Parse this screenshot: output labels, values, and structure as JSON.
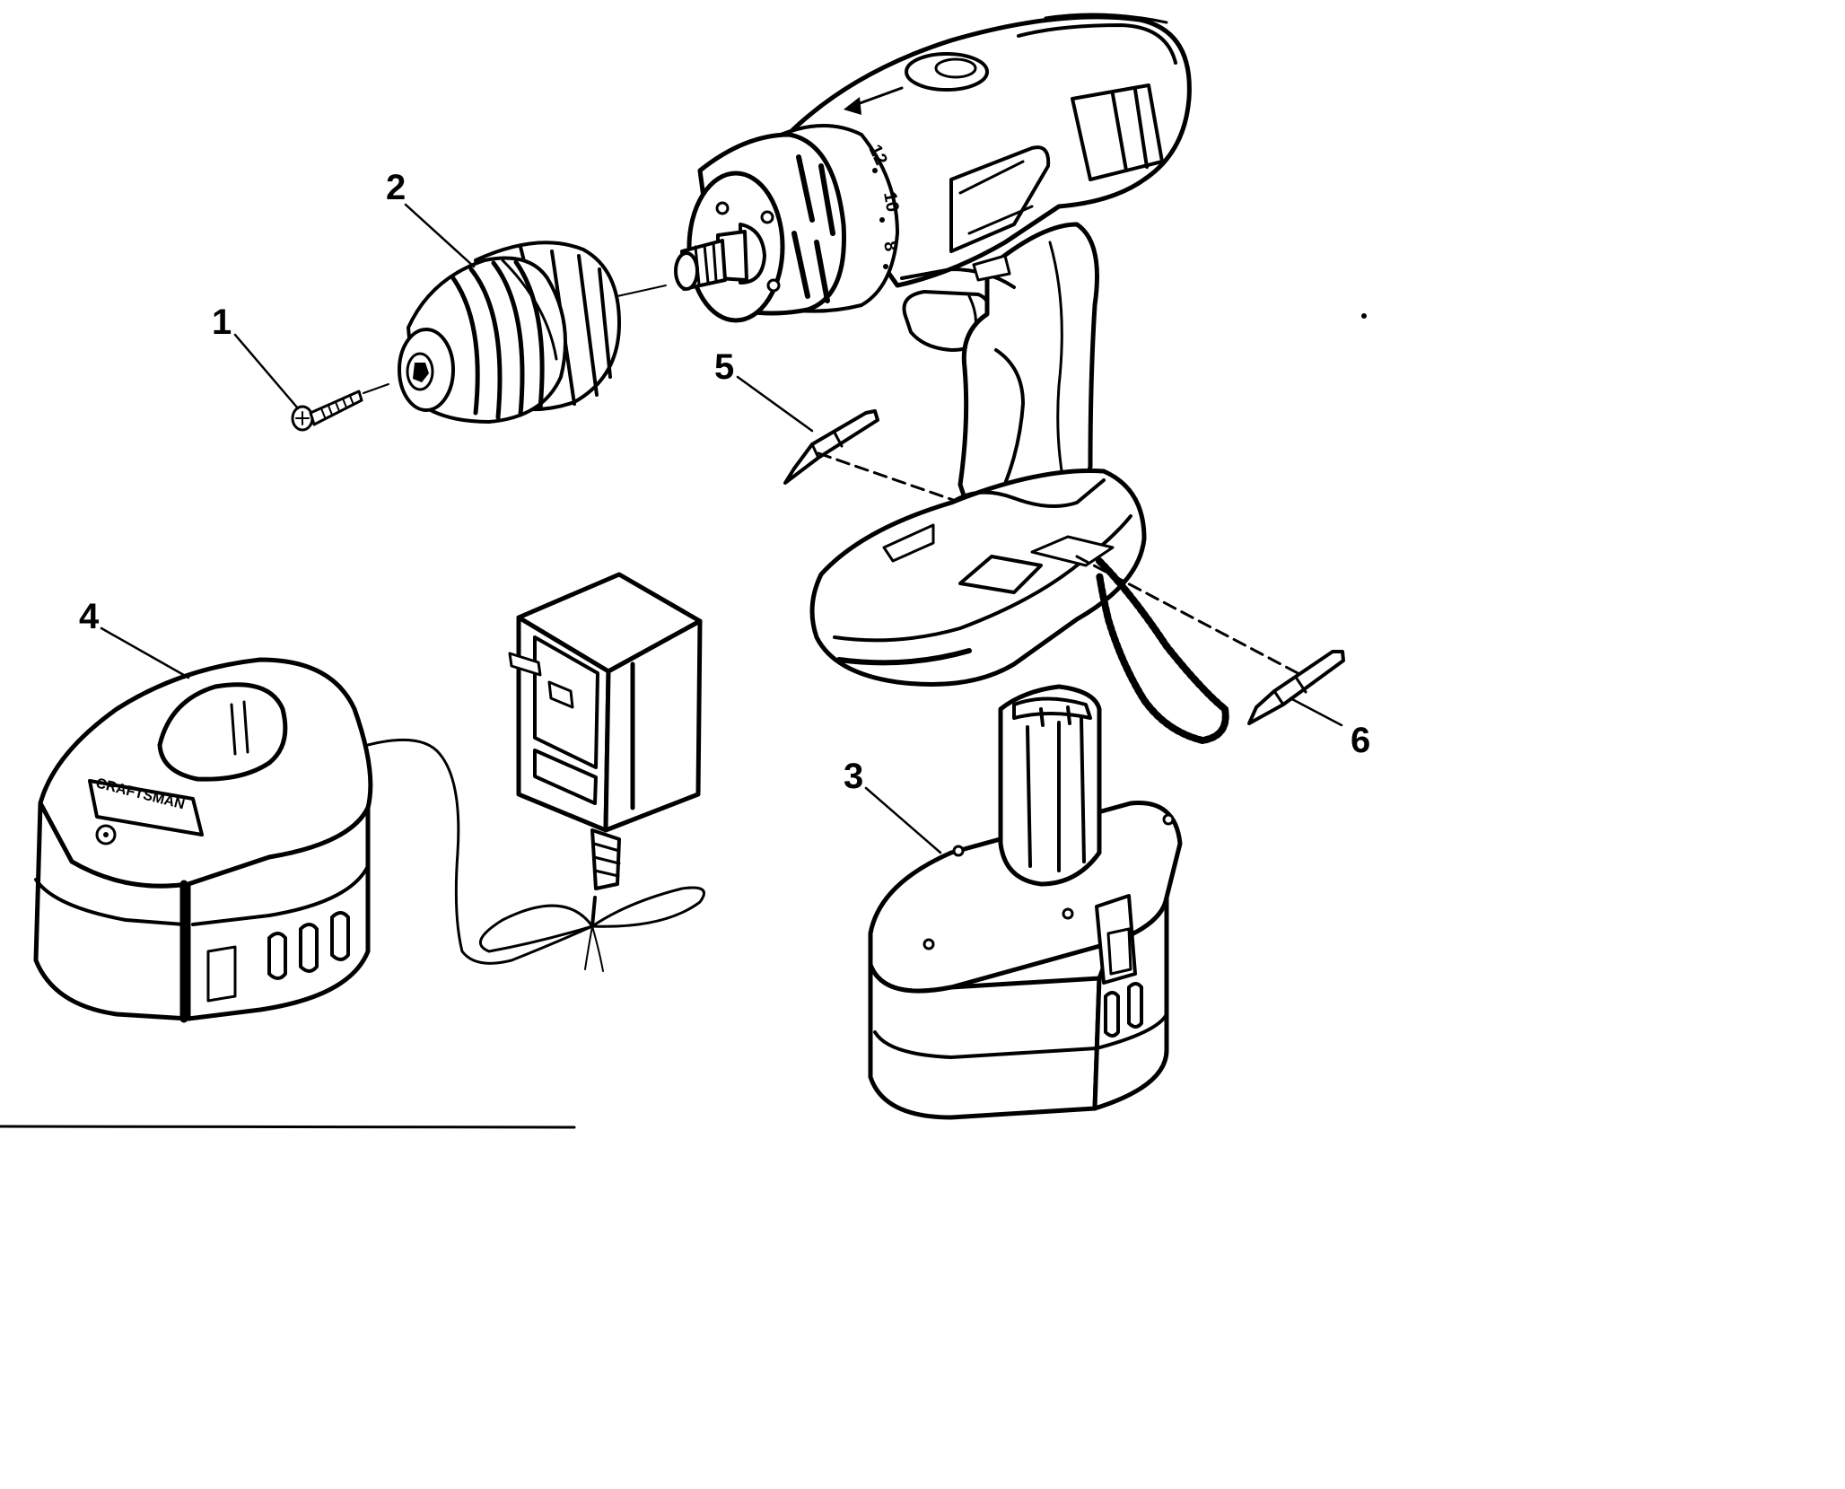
{
  "diagram": {
    "brand_text": "CRAFTSMAN",
    "chuck_scale_marks": [
      "8",
      "10",
      "12"
    ],
    "callouts": [
      {
        "label": "1",
        "part": "screw"
      },
      {
        "label": "2",
        "part": "keyless chuck"
      },
      {
        "label": "3",
        "part": "battery pack"
      },
      {
        "label": "4",
        "part": "battery charger"
      },
      {
        "label": "5",
        "part": "screwdriver bit"
      },
      {
        "label": "6",
        "part": "screwdriver bit"
      }
    ]
  }
}
